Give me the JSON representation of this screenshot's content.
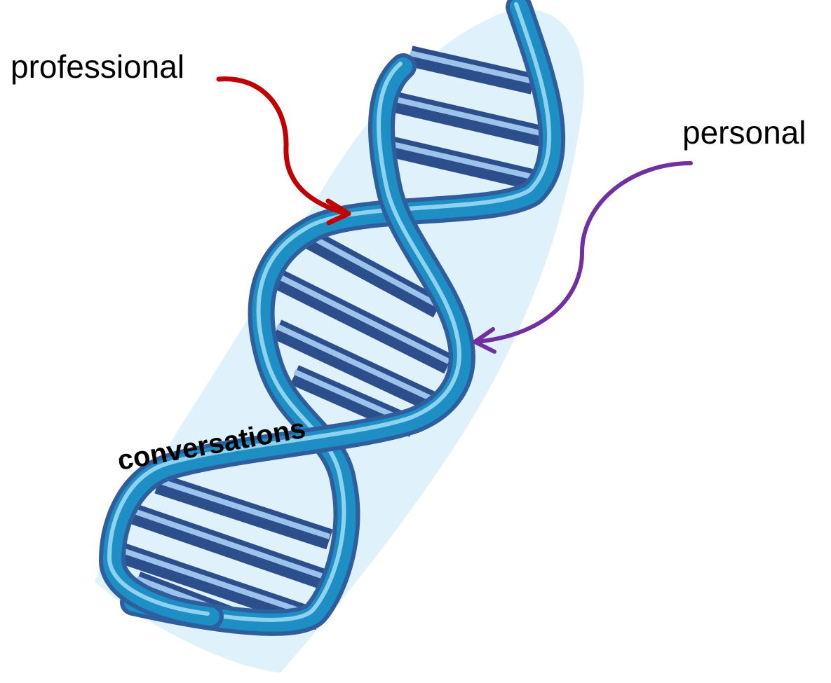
{
  "labels": {
    "professional": "professional",
    "personal": "personal",
    "conversations": "conversations"
  },
  "colors": {
    "background_blob": "#dff1fb",
    "strand_main": "#1d8fc4",
    "strand_dark": "#2f5e9e",
    "strand_highlight": "#8fd2f0",
    "rung_main": "#3f78bf",
    "rung_dark": "#2c4f8c",
    "rung_highlight": "#9cc3ec",
    "professional_arrow": "#c00000",
    "personal_arrow": "#7030a0",
    "text": "#000000"
  },
  "icons": {
    "professional_arrow": "curved-arrow-right",
    "personal_arrow": "curved-arrow-left",
    "helix": "dna-double-helix"
  }
}
